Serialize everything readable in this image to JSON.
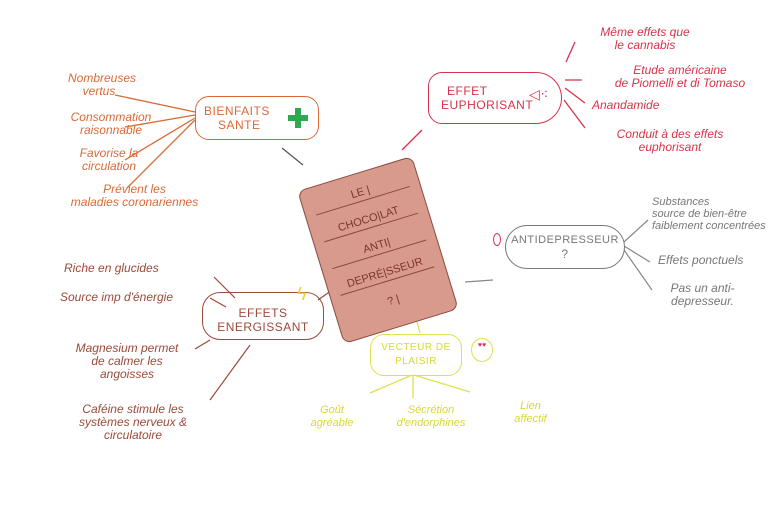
{
  "center": {
    "lines": [
      "LE |",
      "CHOCO|LAT",
      "ANTI|",
      "DEPRÉ|SSEUR",
      "? |"
    ]
  },
  "bienfaits": {
    "title_l1": "BIENFAITS",
    "title_l2": "SANTE",
    "leaves": [
      [
        "Nombreuses",
        "vertus"
      ],
      [
        "Consommation",
        "raisonnable"
      ],
      [
        "Favorise la",
        "circulation"
      ],
      [
        "Prévient les",
        "maladies coronariennes"
      ]
    ]
  },
  "euphorisant": {
    "title_l1": "EFFET",
    "title_l2": "EUPHORISANT",
    "leaves": [
      [
        "Même effets que",
        "le cannabis"
      ],
      [
        "Etude américaine",
        "de Piomelli et di Tomaso"
      ],
      [
        "Anandamide",
        ""
      ],
      [
        "Conduit à des effets",
        "euphorisant"
      ]
    ]
  },
  "antidepresseur": {
    "title_l1": "ANTIDEPRESSEUR",
    "title_l2": "?",
    "leaves": [
      [
        "Substances",
        "source de bien-être",
        "faiblement concentrées"
      ],
      [
        "Effets ponctuels"
      ],
      [
        "Pas un anti-",
        "depresseur."
      ]
    ]
  },
  "energisant": {
    "title_l1": "EFFETS",
    "title_l2": "ENERGISSANT",
    "leaves": [
      [
        "Riche en glucides"
      ],
      [
        "Source imp d'énergie"
      ],
      [
        "Magnesium permet",
        "de calmer les",
        "angoisses"
      ],
      [
        "Caféine stimule les",
        "systèmes nerveux &",
        "circulatoire"
      ]
    ]
  },
  "plaisir": {
    "title_l1": "VECTEUR DE",
    "title_l2": "PLAISIR",
    "leaves": [
      [
        "Goût",
        "agréable"
      ],
      [
        "Sécrétion",
        "d'endorphines"
      ],
      [
        "Lien",
        "affectif"
      ]
    ]
  },
  "colors": {
    "orange": "#d96a36",
    "red": "#d8334a",
    "gray": "#777777",
    "brown": "#9c4a3a",
    "yellow": "#d8d836",
    "green": "#2fa84f"
  }
}
